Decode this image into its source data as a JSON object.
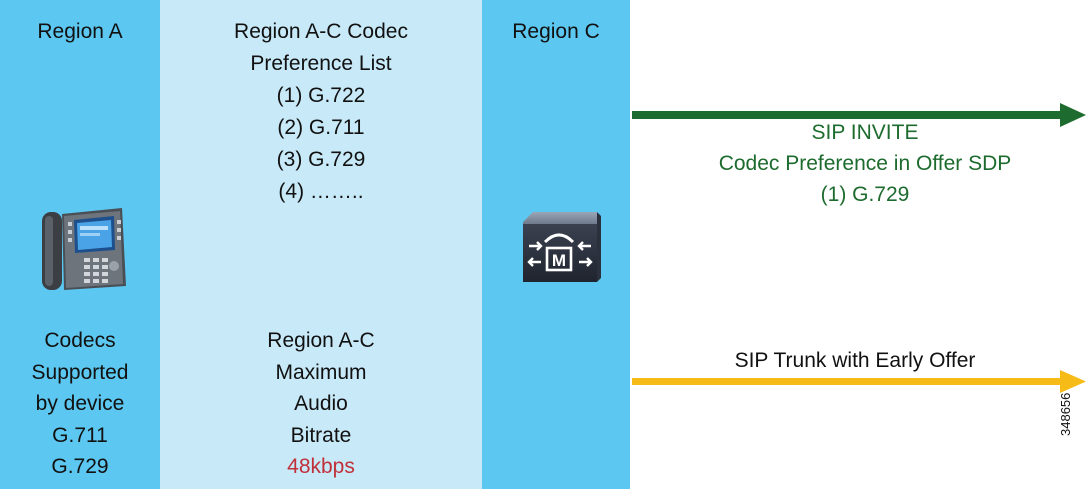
{
  "region_a": {
    "title": "Region A",
    "codecs_lines": [
      "Codecs",
      "Supported",
      "by device",
      "G.711",
      "G.729"
    ]
  },
  "region_ac": {
    "title_lines": [
      "Region A-C Codec",
      "Preference List"
    ],
    "preference_list": [
      "(1) G.722",
      "(2) G.711",
      "(3) G.729",
      "(4) …….."
    ],
    "bitrate_lines": [
      "Region A-C",
      "Maximum",
      "Audio",
      "Bitrate"
    ],
    "bitrate_value": "48kbps"
  },
  "region_c": {
    "title": "Region C",
    "device_icon": "media-resource-manager-icon"
  },
  "sip_invite": {
    "lines": [
      "SIP INVITE",
      "Codec Preference in Offer SDP",
      "(1)   G.729"
    ],
    "color": "#1d6b2e"
  },
  "sip_trunk": {
    "label": "SIP Trunk with Early Offer",
    "color": "#f6bb16"
  },
  "figure_id": "348656"
}
